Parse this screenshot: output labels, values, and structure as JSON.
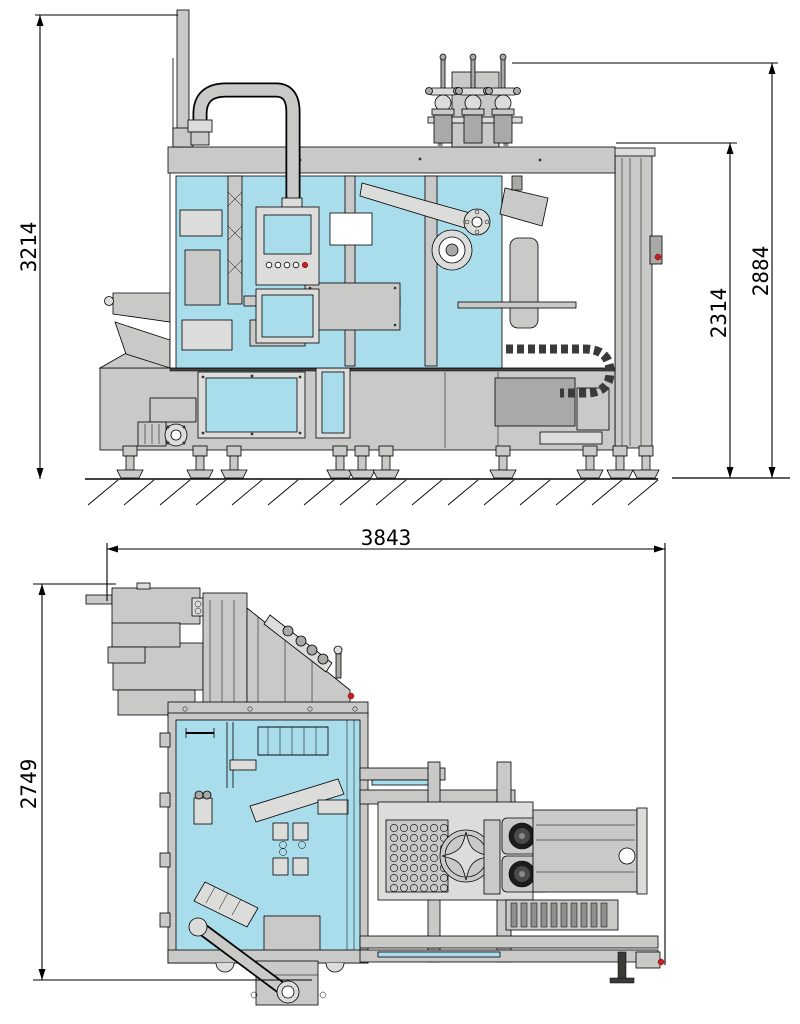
{
  "drawing": {
    "views": {
      "elevation": {
        "dimensions": {
          "total_height": "3214",
          "outer_height": "2884",
          "inner_height": "2314"
        }
      },
      "plan": {
        "dimensions": {
          "width": "3843",
          "depth": "2749"
        }
      }
    },
    "colors": {
      "highlight": "#a9ddec",
      "machine_gray": "#c9c9c7",
      "line": "#000000",
      "marker_red": "#cc2222",
      "background": "#ffffff"
    }
  }
}
